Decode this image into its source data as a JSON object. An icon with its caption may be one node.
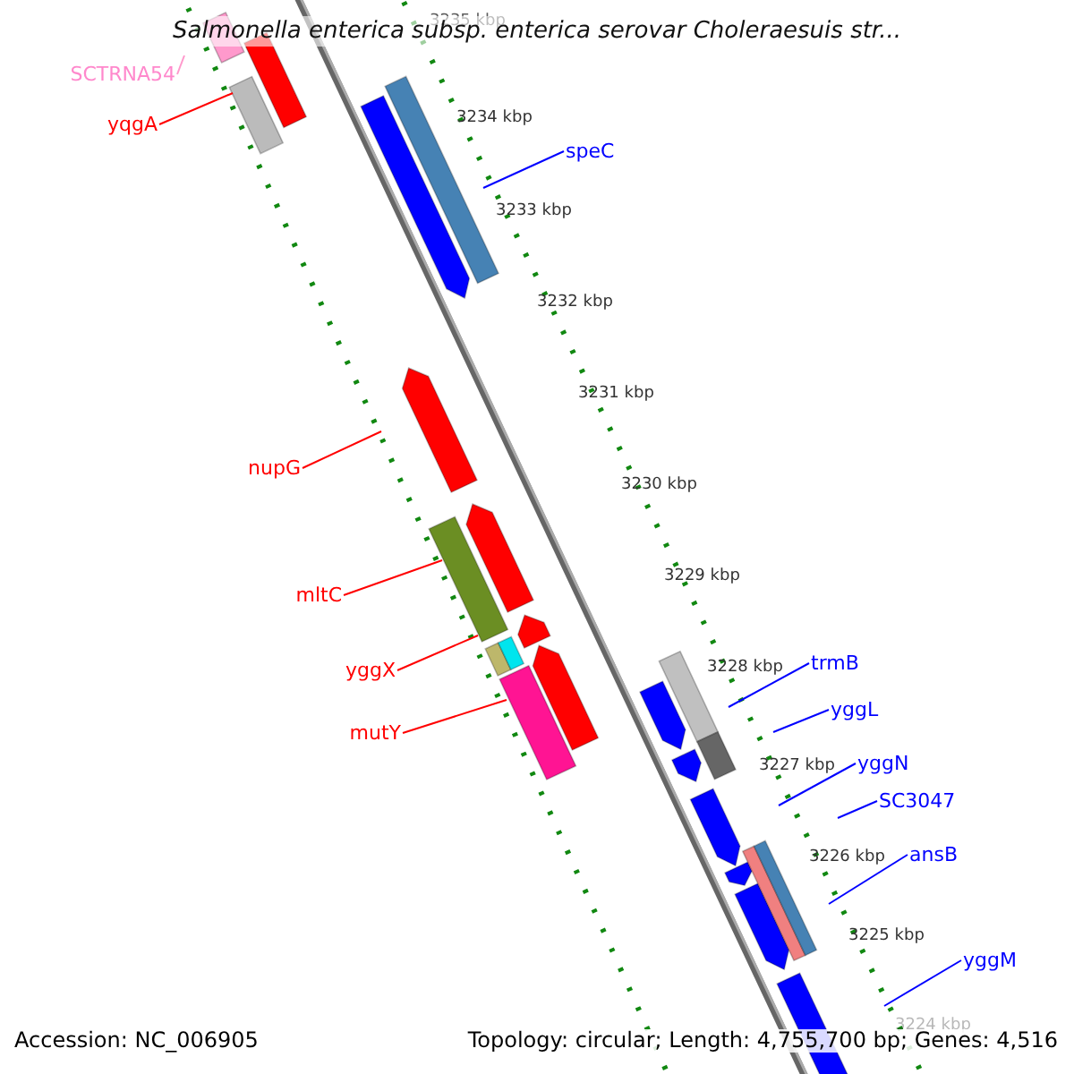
{
  "diagram": {
    "title": "Salmonella enterica subsp. enterica serovar Choleraesuis str...",
    "nodes": [
      {
        "text": [
          "SCTRNA54"
        ]
      },
      {
        "text": [
          "yqgA"
        ]
      },
      {
        "text": [
          "speC"
        ]
      },
      {
        "text": [
          "nupG"
        ]
      },
      {
        "text": [
          "mltC"
        ]
      },
      {
        "text": [
          "yggX"
        ]
      },
      {
        "text": [
          "mutY"
        ]
      },
      {
        "text": [
          "trmB"
        ]
      },
      {
        "text": [
          "yggL"
        ]
      },
      {
        "text": [
          "yggN"
        ]
      },
      {
        "text": [
          "SC3047"
        ]
      },
      {
        "text": [
          "ansB"
        ]
      },
      {
        "text": [
          "yggM"
        ]
      }
    ],
    "edges": [
      {
        "from": 0,
        "to": null,
        "arrow": "none",
        "color": "#ff99cc"
      },
      {
        "from": 1,
        "to": null,
        "arrow": "none",
        "color": "#ff0000"
      },
      {
        "from": 2,
        "to": null,
        "arrow": "none"
      },
      {
        "from": 3,
        "to": null,
        "arrow": "none",
        "color": "#ff0000"
      },
      {
        "from": 4,
        "to": null,
        "arrow": "none",
        "color": "#ff0000"
      },
      {
        "from": 5,
        "to": null,
        "arrow": "none",
        "color": "#ff0000"
      },
      {
        "from": 6,
        "to": null,
        "arrow": "none",
        "color": "#ff0000"
      },
      {
        "from": 7,
        "to": null,
        "arrow": "none"
      },
      {
        "from": 8,
        "to": null,
        "arrow": "none"
      },
      {
        "from": 9,
        "to": null,
        "arrow": "none"
      },
      {
        "from": 10,
        "to": null,
        "arrow": "none"
      },
      {
        "from": 11,
        "to": null,
        "arrow": "none"
      },
      {
        "from": 12,
        "to": null,
        "arrow": "none"
      }
    ],
    "labels": [
      "3235 kbp",
      "3234 kbp",
      "3233 kbp",
      "3232 kbp",
      "3231 kbp",
      "3230 kbp",
      "3229 kbp",
      "3228 kbp",
      "3227 kbp",
      "3226 kbp",
      "3225 kbp",
      "3224 kbp",
      "Accession: NC_006905",
      "Topology: circular; Length: 4,755,700 bp; Genes: 4,516"
    ]
  }
}
